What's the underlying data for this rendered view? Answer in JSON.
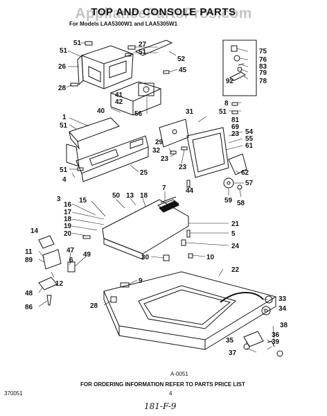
{
  "header": {
    "title": "TOP AND CONSOLE PARTS",
    "models_line": "For Models LAA5300W1 and LAA5305W1",
    "watermark": "AppliancePartsPros.com"
  },
  "footer": {
    "drawing_id": "A-0051",
    "order_info": "FOR ORDERING INFORMATION REFER TO PARTS PRICE LIST",
    "doc_number": "370051",
    "page_mark": "4",
    "handwritten": "181-F-9"
  },
  "callouts": {
    "c51a": "51",
    "c27": "27",
    "c51b": "51",
    "c51c": "51",
    "c52": "52",
    "c26": "26",
    "c45": "45",
    "c28a": "28",
    "c41": "41",
    "c42": "42",
    "c40": "40",
    "c56": "56",
    "c75": "75",
    "c76": "76",
    "c83": "83",
    "c79": "79",
    "c92": "92",
    "c78": "78",
    "c8": "8",
    "c51d": "51",
    "c81": "81",
    "c69": "69",
    "c31": "31",
    "c23a": "23",
    "c54": "54",
    "c55": "55",
    "c61": "61",
    "c1": "1",
    "c51e": "51",
    "c29": "29",
    "c32": "32",
    "c23b": "23",
    "c23c": "23",
    "c62": "62",
    "c51f": "51",
    "c4": "4",
    "c25": "25",
    "c44": "44",
    "c57": "57",
    "c7": "7",
    "c59": "59",
    "c58": "58",
    "c3": "3",
    "c15": "15",
    "c50": "50",
    "c13": "13",
    "c18a": "18",
    "c16": "16",
    "c17": "17",
    "c18b": "18",
    "c19": "19",
    "c20": "20",
    "c21": "21",
    "c5": "5",
    "c24": "24",
    "c14": "14",
    "c11": "11",
    "c89": "89",
    "c47": "47",
    "c6": "6",
    "c49": "49",
    "c30": "30",
    "c10": "10",
    "c22": "22",
    "c12": "12",
    "c48": "48",
    "c86": "86",
    "c9": "9",
    "c28b": "28",
    "c33": "33",
    "c34": "34",
    "c38": "38",
    "c35": "35",
    "c36": "36",
    "c39": "39",
    "c37": "37"
  }
}
